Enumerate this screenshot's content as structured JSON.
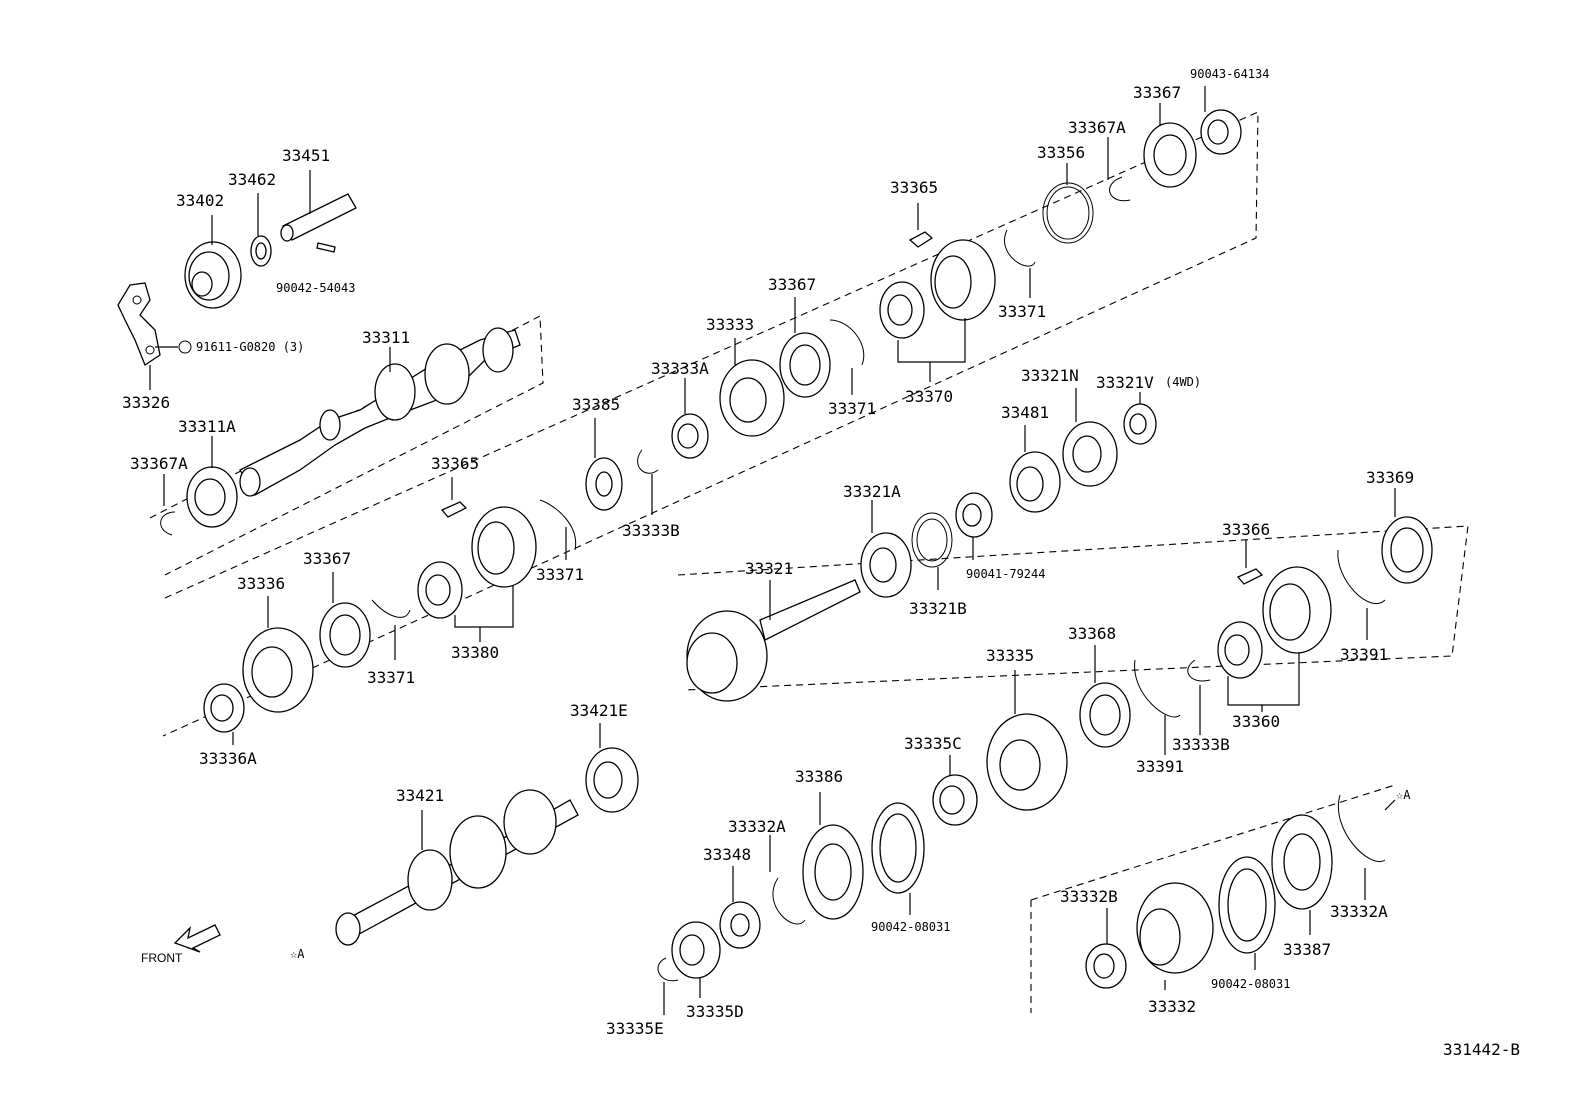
{
  "labels": {
    "p33451": "33451",
    "p33462": "33462",
    "p33402": "33402",
    "p90042_54043": "90042-54043",
    "p91611": "91611-G0820 (3)",
    "p33326": "33326",
    "p33311": "33311",
    "p33311A": "33311A",
    "p33367A_left": "33367A",
    "p90043_64134": "90043-64134",
    "p33367_top": "33367",
    "p33367A_top": "33367A",
    "p33356": "33356",
    "p33365_top": "33365",
    "p33371_top": "33371",
    "p33367_mid": "33367",
    "p33333": "33333",
    "p33333A": "33333A",
    "p33371_mid": "33371",
    "p33370": "33370",
    "p33385": "33385",
    "p33333B_mid": "33333B",
    "p33365_mid": "33365",
    "p33371_row2": "33371",
    "p33367_row2": "33367",
    "p33336": "33336",
    "p33371_row2b": "33371",
    "p33380": "33380",
    "p33336A": "33336A",
    "p33321N": "33321N",
    "p33321V": "33321V",
    "p4wd": "(4WD)",
    "p33481": "33481",
    "p33321A": "33321A",
    "p90041_79244": "90041-79244",
    "p33321B": "33321B",
    "p33321": "33321",
    "p33369": "33369",
    "p33366": "33366",
    "p33391_right": "33391",
    "p33360": "33360",
    "p33368": "33368",
    "p33335": "33335",
    "p33391_mid": "33391",
    "p33333B_right": "33333B",
    "p33421E": "33421E",
    "p33421": "33421",
    "p33335C": "33335C",
    "p33386": "33386",
    "p33332A_mid": "33332A",
    "p33348": "33348",
    "p90042_08031_mid": "90042-08031",
    "p33335D": "33335D",
    "p33335E": "33335E",
    "p33332B": "33332B",
    "p33332": "33332",
    "p90042_08031_right": "90042-08031",
    "p33387": "33387",
    "p33332A_right": "33332A",
    "star_a_left": "☆A",
    "star_a_right": "☆A",
    "front": "FRONT",
    "diagram_id": "331442-B"
  }
}
